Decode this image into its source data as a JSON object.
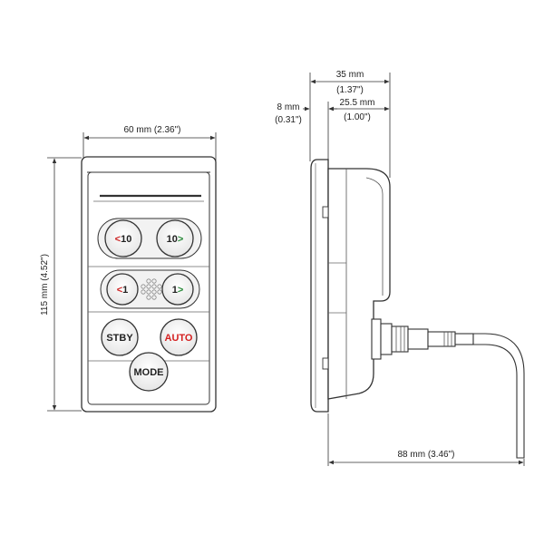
{
  "dimensions": {
    "width_front": "60 mm (2.36\")",
    "height_front": "115 mm (4.52\")",
    "depth_total": "35 mm",
    "depth_total_in": "(1.37\")",
    "bezel_thickness": "8 mm",
    "bezel_thickness_in": "(0.31\")",
    "body_depth": "25.5 mm",
    "body_depth_in": "(1.00\")",
    "cable_reach": "88 mm (3.46\")"
  },
  "buttons": {
    "port_10": {
      "arrow": "<",
      "value": "10"
    },
    "stbd_10": {
      "value": "10",
      "arrow": ">"
    },
    "port_1": {
      "arrow": "<",
      "value": "1"
    },
    "stbd_1": {
      "value": "1",
      "arrow": ">"
    },
    "standby": "STBY",
    "auto": "AUTO",
    "mode": "MODE"
  },
  "colors": {
    "line": "#333333",
    "port_arrow": "#cc2222",
    "stbd_arrow": "#2a8a3a",
    "auto_text": "#d42020"
  }
}
